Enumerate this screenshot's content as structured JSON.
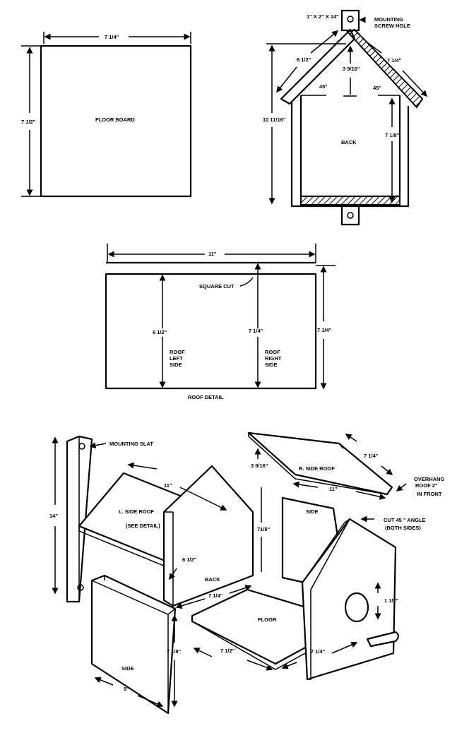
{
  "floor_board": {
    "label": "FLOOR BOARD",
    "width": "7 1/4\"",
    "height": "7 1/2\""
  },
  "back_view": {
    "slat": "1\" X 2\" X 14\"",
    "screw_hole_1": "MOUNTING",
    "screw_hole_2": "SCREW HOLE",
    "roof_left": "6 1/2\"",
    "roof_right": "7 1/4\"",
    "peak": "3 9/16\"",
    "angle_left": "45°",
    "angle_right": "45°",
    "total_height": "10 11/16\"",
    "wall_height": "7 1/8\"",
    "label": "BACK"
  },
  "roof_detail": {
    "width": "11\"",
    "square_cut": "SQUARE CUT",
    "left_height": "6 1/2\"",
    "right_height": "7 1/4\"",
    "outer_height": "7 1/4\"",
    "left_1": "ROOF",
    "left_2": "LEFT",
    "left_3": "SIDE",
    "right_1": "ROOF",
    "right_2": "RIGHT",
    "right_3": "SIDE",
    "caption": "ROOF DETAIL"
  },
  "exploded": {
    "mounting_slat": "MOUNTING SLAT",
    "slat_length": "14\"",
    "l_roof_width": "11\"",
    "l_roof_1": "L. SIDE ROOF",
    "l_roof_2": "(SEE DETAIL)",
    "l_roof_depth": "6 1/2\"",
    "back": "BACK",
    "back_peak": "3 9/16\"",
    "back_wall": "71/8\"",
    "r_roof": "R. SIDE ROOF",
    "r_roof_depth": "7 1/4\"",
    "r_roof_width": "11\"",
    "overhang_1": "OVERHANG",
    "overhang_2": "ROOF 2\"",
    "overhang_3": "IN FRONT",
    "side_right": "SIDE",
    "cut_1": "CUT 45 \" ANGLE",
    "cut_2": "(BOTH SIDES)",
    "hole": "1 1/2\"",
    "back_width": "7 1/4\"",
    "floor": "FLOOR",
    "floor_depth": "7 1/2\"",
    "floor_width": "7 1/4\"",
    "side_height": "7 1/8\"",
    "side_left": "SIDE",
    "side_width": "9\""
  }
}
